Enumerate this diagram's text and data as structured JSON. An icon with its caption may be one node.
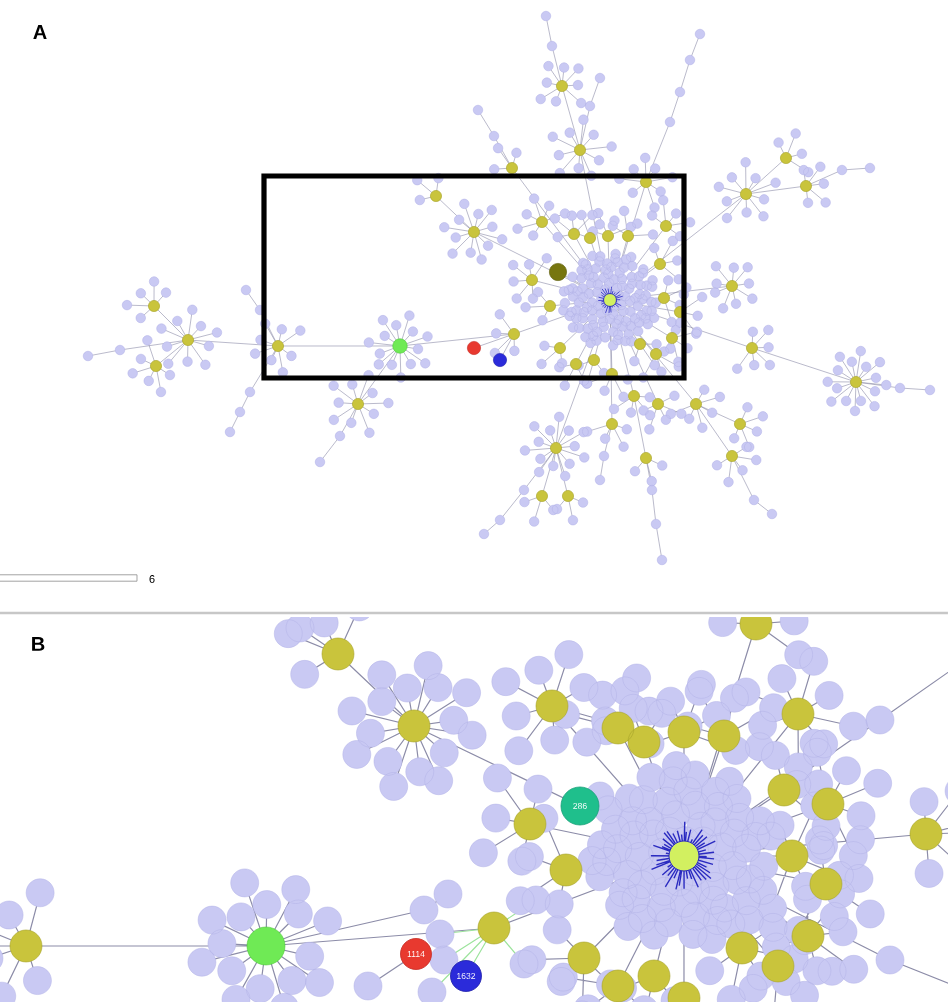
{
  "diagram": {
    "nodes": [
      {
        "text": [
          "286"
        ]
      },
      {
        "text": [
          "1114"
        ]
      },
      {
        "text": [
          "1632"
        ]
      }
    ],
    "labels": [
      "A",
      "6",
      "B"
    ]
  }
}
